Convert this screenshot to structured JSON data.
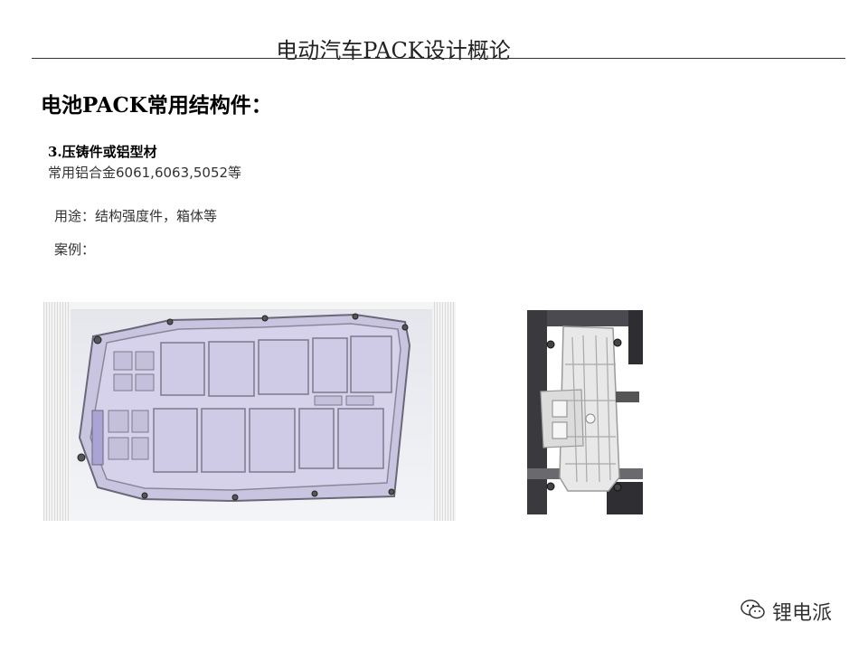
{
  "header": {
    "title": "电动汽车PACK设计概论"
  },
  "section": {
    "title": "电池PACK常用结构件："
  },
  "subsection": {
    "title": "3.压铸件或铝型材",
    "alloys": "常用铝合金6061,6063,5052等"
  },
  "usage": {
    "text": "用途：结构强度件，箱体等"
  },
  "examples": {
    "label": "案例："
  },
  "images": [
    {
      "name": "battery-tray-casting-render"
    },
    {
      "name": "die-cast-bracket-photo"
    }
  ],
  "watermark": {
    "text": "锂电派",
    "icon": "wechat-icon"
  }
}
